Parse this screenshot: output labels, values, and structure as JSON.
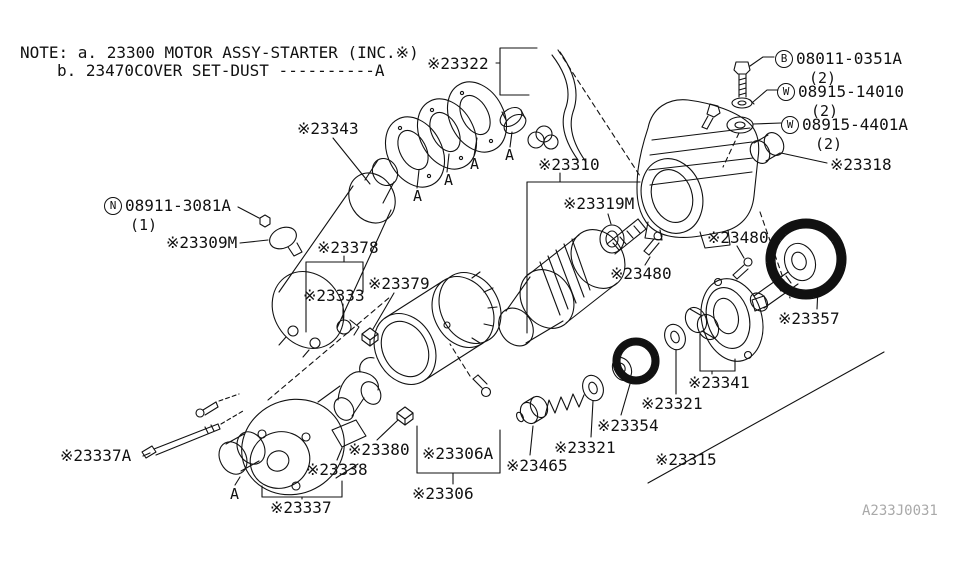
{
  "diagram": {
    "title_note": {
      "line1": "NOTE: a. 23300 MOTOR ASSY-STARTER (INC.※)",
      "line2": "b. 23470COVER SET-DUST ----------A"
    },
    "watermark": "A233J0031"
  },
  "fasteners": [
    {
      "symbol": "B",
      "number": "08011-0351A",
      "qty": "(2)"
    },
    {
      "symbol": "W",
      "number": "08915-14010",
      "qty": "(2)"
    },
    {
      "symbol": "W",
      "number": "08915-4401A",
      "qty": "(2)"
    },
    {
      "symbol": "N",
      "number": "08911-3081A",
      "qty": "(1)"
    }
  ],
  "part_labels": [
    {
      "text": "※23322"
    },
    {
      "text": "※23343"
    },
    {
      "text": "※23310"
    },
    {
      "text": "※23318"
    },
    {
      "text": "※23319M"
    },
    {
      "text": "※23309M"
    },
    {
      "text": "※23480"
    },
    {
      "text": "※23378"
    },
    {
      "text": "※23480"
    },
    {
      "text": "※23379"
    },
    {
      "text": "※23333"
    },
    {
      "text": "※23357"
    },
    {
      "text": "※23341"
    },
    {
      "text": "※23321"
    },
    {
      "text": "※23354"
    },
    {
      "text": "※23321"
    },
    {
      "text": "※23337A"
    },
    {
      "text": "※23380"
    },
    {
      "text": "※23306A"
    },
    {
      "text": "※23465"
    },
    {
      "text": "※23315"
    },
    {
      "text": "※23338"
    },
    {
      "text": "※23306"
    },
    {
      "text": "※23337"
    }
  ],
  "assembly_markers": [
    "A",
    "A",
    "A",
    "A",
    "A"
  ]
}
